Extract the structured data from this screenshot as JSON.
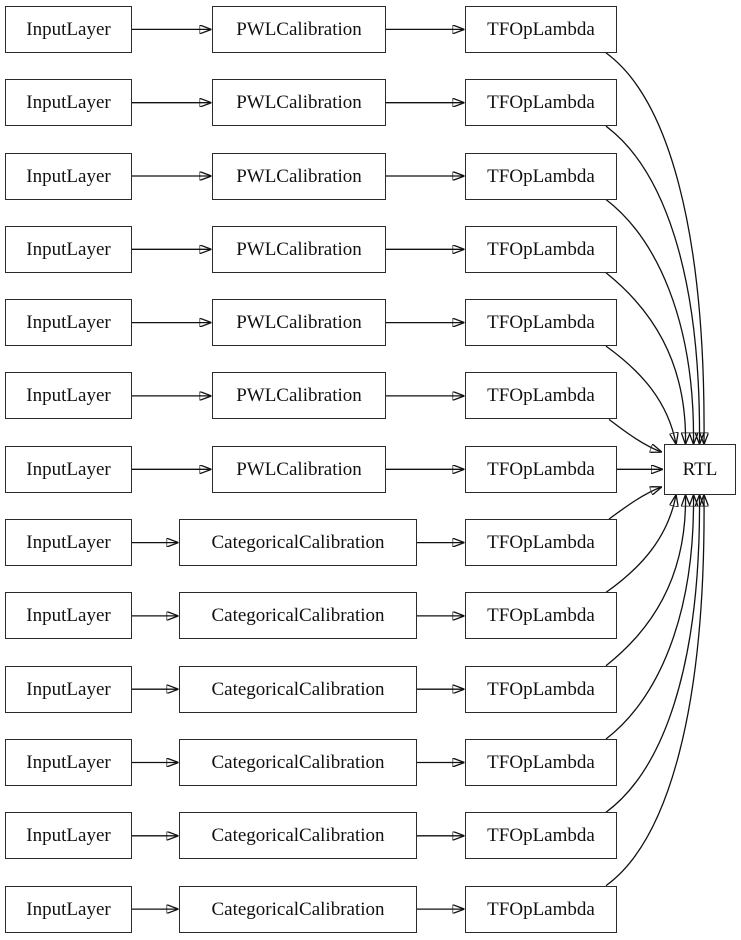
{
  "diagram": {
    "kind": "model-graph",
    "description": "Layered network graph: 13 input rows feeding calibration layers, lambda ops, and a single RTL sink node"
  },
  "rows": [
    {
      "input": "InputLayer",
      "calibration": "PWLCalibration",
      "lambda": "TFOpLambda"
    },
    {
      "input": "InputLayer",
      "calibration": "PWLCalibration",
      "lambda": "TFOpLambda"
    },
    {
      "input": "InputLayer",
      "calibration": "PWLCalibration",
      "lambda": "TFOpLambda"
    },
    {
      "input": "InputLayer",
      "calibration": "PWLCalibration",
      "lambda": "TFOpLambda"
    },
    {
      "input": "InputLayer",
      "calibration": "PWLCalibration",
      "lambda": "TFOpLambda"
    },
    {
      "input": "InputLayer",
      "calibration": "PWLCalibration",
      "lambda": "TFOpLambda"
    },
    {
      "input": "InputLayer",
      "calibration": "PWLCalibration",
      "lambda": "TFOpLambda"
    },
    {
      "input": "InputLayer",
      "calibration": "CategoricalCalibration",
      "lambda": "TFOpLambda"
    },
    {
      "input": "InputLayer",
      "calibration": "CategoricalCalibration",
      "lambda": "TFOpLambda"
    },
    {
      "input": "InputLayer",
      "calibration": "CategoricalCalibration",
      "lambda": "TFOpLambda"
    },
    {
      "input": "InputLayer",
      "calibration": "CategoricalCalibration",
      "lambda": "TFOpLambda"
    },
    {
      "input": "InputLayer",
      "calibration": "CategoricalCalibration",
      "lambda": "TFOpLambda"
    },
    {
      "input": "InputLayer",
      "calibration": "CategoricalCalibration",
      "lambda": "TFOpLambda"
    }
  ],
  "sink": {
    "label": "RTL"
  },
  "colors": {
    "background": "#ffffff",
    "node_fill": "#ffffff",
    "node_border": "#2b2b2b",
    "edge": "#111111",
    "text": "#111111"
  }
}
